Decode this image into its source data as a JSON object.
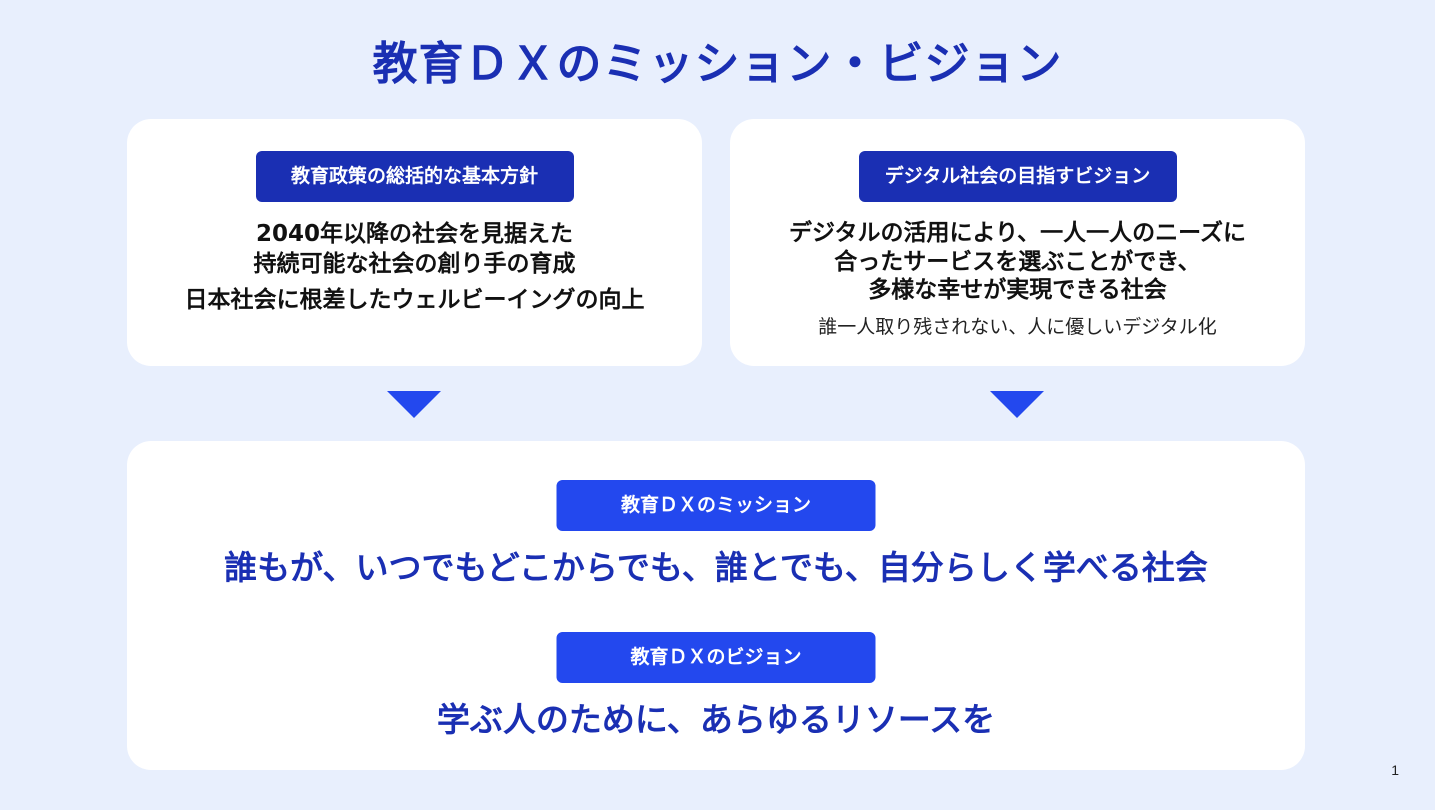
{
  "slide": {
    "title": "教育ＤＸのミッション・ビジョン",
    "page_number": "1"
  },
  "left_card": {
    "badge": "教育政策の総括的な基本方針",
    "line1": "2040年以降の社会を見据えた",
    "line2": "持続可能な社会の創り手の育成",
    "line3": "日本社会に根差したウェルビーイングの向上"
  },
  "right_card": {
    "badge": "デジタル社会の目指すビジョン",
    "line1": "デジタルの活用により、一人一人のニーズに",
    "line2": "合ったサービスを選ぶことができ、",
    "line3": "多様な幸せが実現できる社会",
    "line4": "誰一人取り残されない、人に優しいデジタル化"
  },
  "bottom_card": {
    "mission_badge": "教育ＤＸのミッション",
    "mission_text": "誰もが、いつでもどこからでも、誰とでも、自分らしく学べる社会",
    "vision_badge": "教育ＤＸのビジョン",
    "vision_text": "学ぶ人のために、あらゆるリソースを"
  },
  "colors": {
    "background": "#e8effd",
    "title_blue": "#1a2fb3",
    "accent_blue": "#2348ee",
    "card": "#ffffff"
  }
}
